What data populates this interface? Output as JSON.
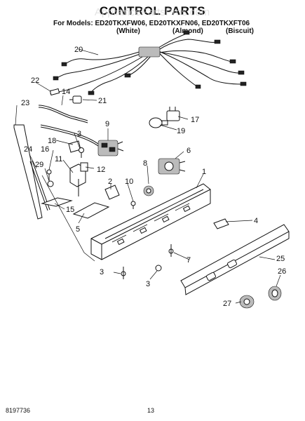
{
  "header": {
    "title": "CONTROL PARTS",
    "models": "For Models: ED20TKXFW06, ED20TKXFN06, ED20TKXFT06",
    "color_white": "(White)",
    "color_almond": "(Almond)",
    "color_biscuit": "(Biscuit)"
  },
  "watermark": "AppliancePartsPros.com",
  "callouts": [
    "1",
    "2",
    "3",
    "3",
    "3",
    "4",
    "5",
    "6",
    "7",
    "8",
    "9",
    "10",
    "11",
    "12",
    "14",
    "15",
    "16",
    "17",
    "18",
    "19",
    "20",
    "21",
    "22",
    "23",
    "24",
    "25",
    "26",
    "27",
    "29"
  ],
  "footer": {
    "doc_number": "8197736",
    "page_number": "13"
  }
}
